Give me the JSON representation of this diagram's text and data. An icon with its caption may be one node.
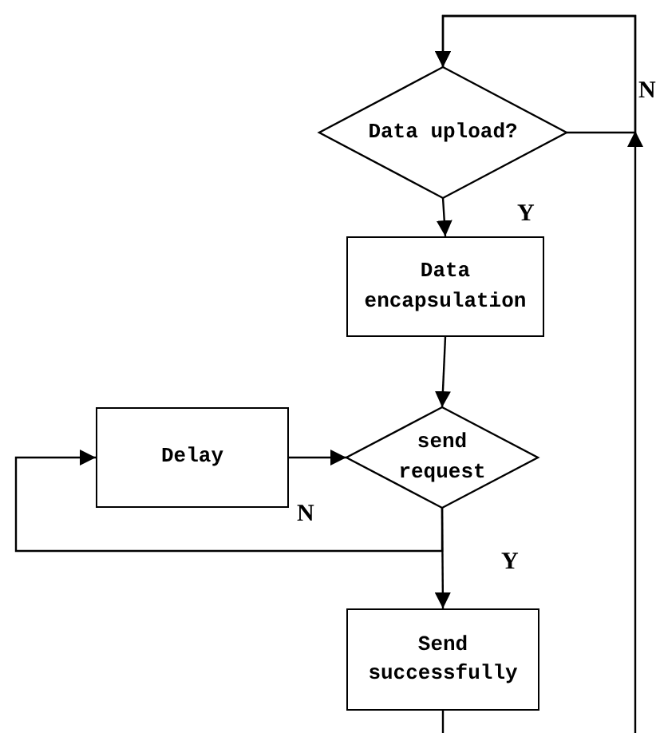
{
  "diagram": {
    "nodes": [
      {
        "text": [
          "Data upload?"
        ]
      },
      {
        "text": [
          "Data encapsulation"
        ]
      },
      {
        "text": [
          "Delay"
        ]
      },
      {
        "text": [
          "send request"
        ]
      },
      {
        "text": [
          "Send successfully"
        ]
      }
    ],
    "edges": [
      {
        "from": 0,
        "to": 0,
        "arrow": "to",
        "label": "N"
      },
      {
        "from": null,
        "to": 0,
        "arrow": "to"
      },
      {
        "from": 0,
        "to": 1,
        "arrow": "to",
        "label": "Y"
      },
      {
        "from": 1,
        "to": 3,
        "arrow": "to"
      },
      {
        "from": 2,
        "to": 3,
        "arrow": "to"
      },
      {
        "from": 3,
        "to": 2,
        "arrow": "to",
        "label": "N"
      },
      {
        "from": 3,
        "to": 4,
        "arrow": "to",
        "label": "Y"
      },
      {
        "from": 4,
        "to": null,
        "arrow": "none"
      }
    ]
  }
}
